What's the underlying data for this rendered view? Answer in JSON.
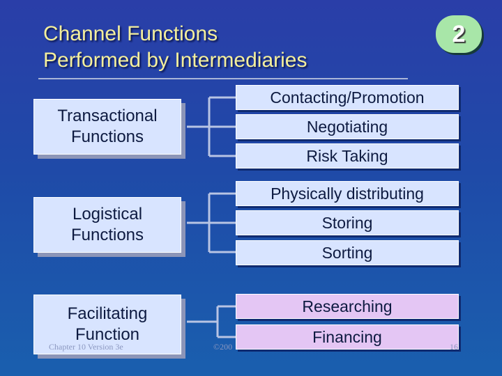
{
  "title": {
    "line1": "Channel Functions",
    "line2": "Performed by Intermediaries"
  },
  "badge": "2",
  "groups": [
    {
      "category_line1": "Transactional",
      "category_line2": "Functions",
      "items": [
        "Contacting/Promotion",
        "Negotiating",
        "Risk Taking"
      ]
    },
    {
      "category_line1": "Logistical",
      "category_line2": "Functions",
      "items": [
        "Physically distributing",
        "Storing",
        "Sorting"
      ]
    },
    {
      "category_line1": "Facilitating",
      "category_line2": "Function",
      "items": [
        "Researching",
        "Financing"
      ]
    }
  ],
  "footer": {
    "left": "Chapter 10 Version 3e",
    "center": "©200",
    "right": "16"
  },
  "colors": {
    "title": "#f4ef9c",
    "box_blue": "#d8e4ff",
    "box_pink": "#e4c6f4",
    "badge": "#a8e6a8"
  }
}
